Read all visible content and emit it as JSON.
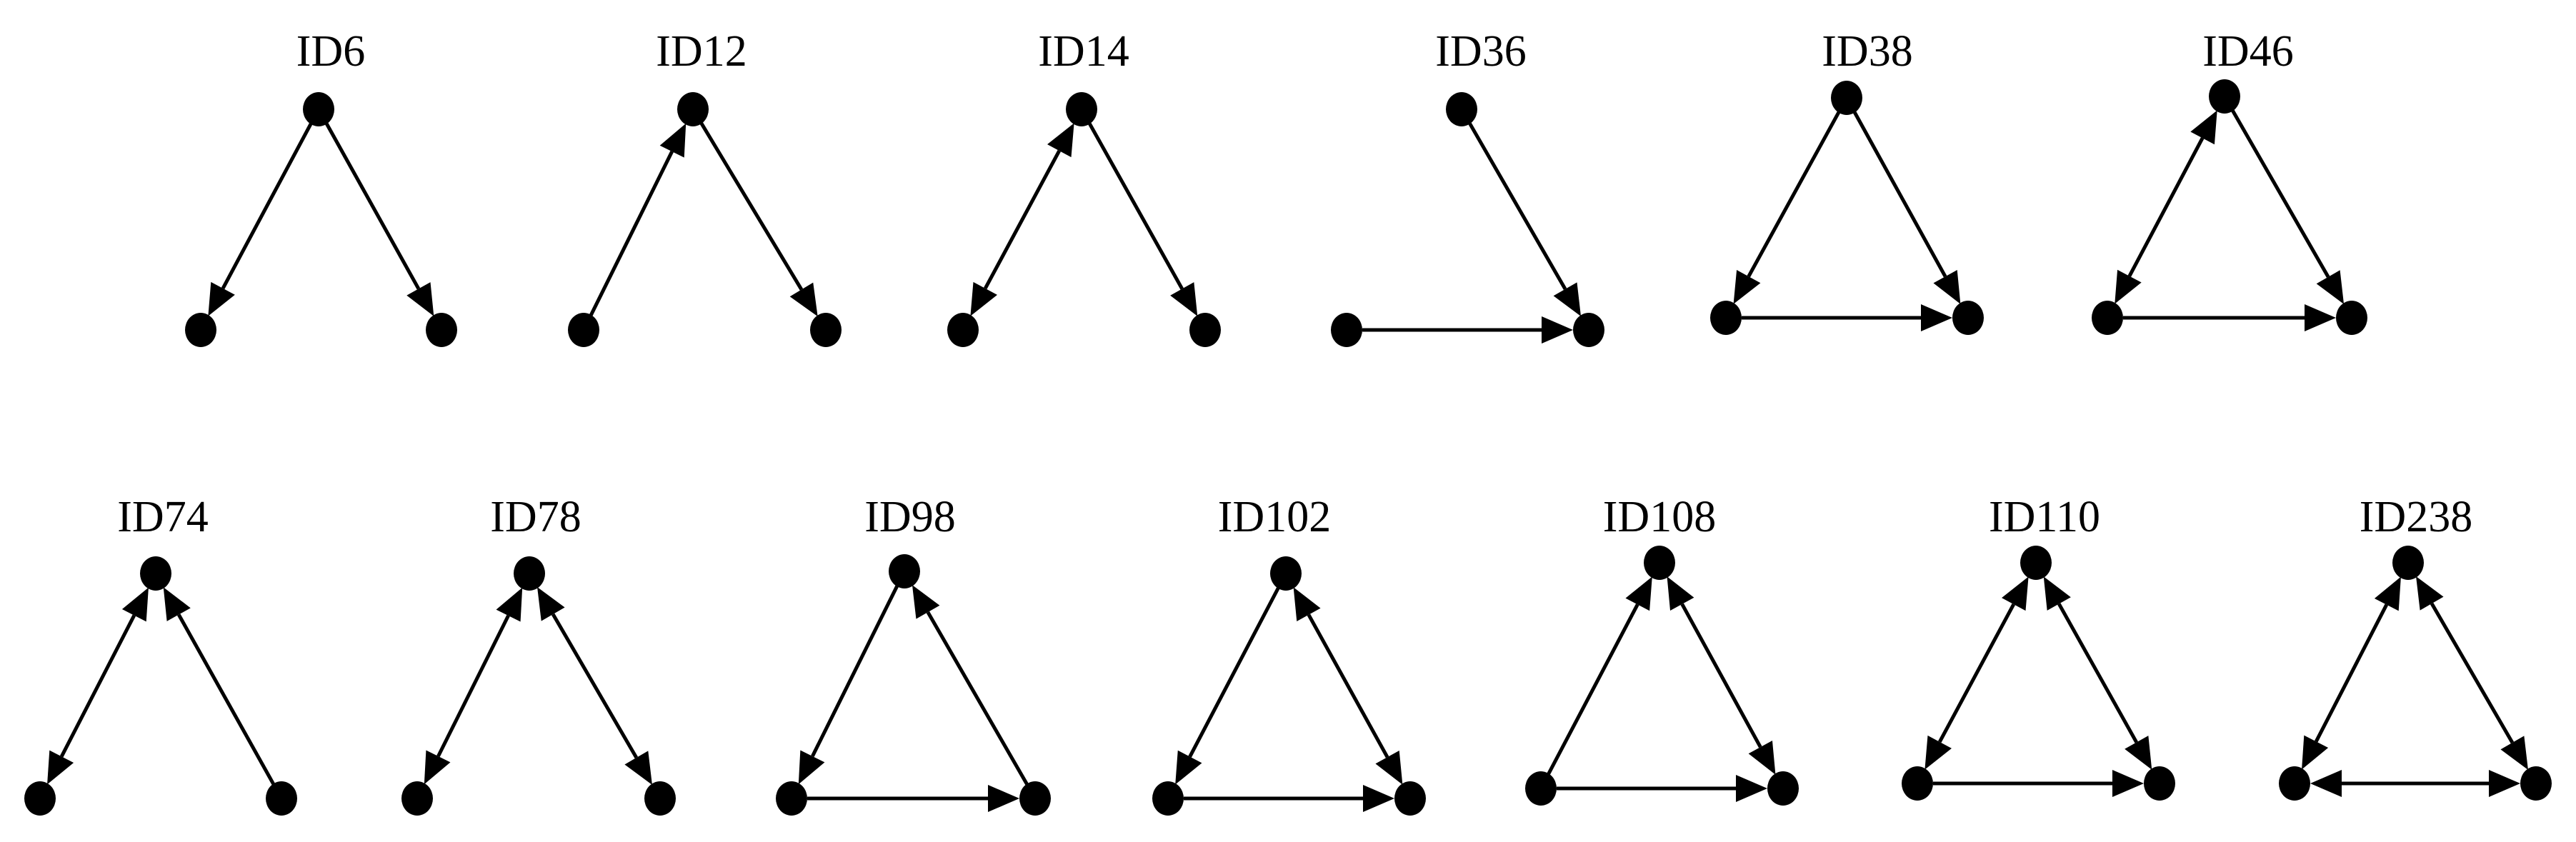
{
  "figure": {
    "motifs": [
      {
        "id": "ID6",
        "edges": [
          [
            0,
            1
          ],
          [
            0,
            2
          ]
        ]
      },
      {
        "id": "ID12",
        "edges": [
          [
            1,
            0
          ],
          [
            0,
            2
          ]
        ]
      },
      {
        "id": "ID14",
        "edges": [
          [
            0,
            1
          ],
          [
            1,
            0
          ],
          [
            0,
            2
          ]
        ]
      },
      {
        "id": "ID36",
        "edges": [
          [
            0,
            2
          ],
          [
            1,
            2
          ]
        ]
      },
      {
        "id": "ID38",
        "edges": [
          [
            0,
            1
          ],
          [
            0,
            2
          ],
          [
            1,
            2
          ]
        ]
      },
      {
        "id": "ID46",
        "edges": [
          [
            0,
            1
          ],
          [
            1,
            0
          ],
          [
            0,
            2
          ],
          [
            1,
            2
          ]
        ]
      },
      {
        "id": "ID74",
        "edges": [
          [
            0,
            1
          ],
          [
            1,
            0
          ],
          [
            2,
            0
          ]
        ]
      },
      {
        "id": "ID78",
        "edges": [
          [
            0,
            1
          ],
          [
            1,
            0
          ],
          [
            0,
            2
          ],
          [
            2,
            0
          ]
        ]
      },
      {
        "id": "ID98",
        "edges": [
          [
            0,
            1
          ],
          [
            2,
            0
          ],
          [
            1,
            2
          ]
        ]
      },
      {
        "id": "ID102",
        "edges": [
          [
            0,
            1
          ],
          [
            0,
            2
          ],
          [
            2,
            0
          ],
          [
            1,
            2
          ]
        ]
      },
      {
        "id": "ID108",
        "edges": [
          [
            1,
            0
          ],
          [
            0,
            2
          ],
          [
            2,
            0
          ],
          [
            1,
            2
          ]
        ]
      },
      {
        "id": "ID110",
        "edges": [
          [
            0,
            1
          ],
          [
            1,
            0
          ],
          [
            0,
            2
          ],
          [
            2,
            0
          ],
          [
            1,
            2
          ]
        ]
      },
      {
        "id": "ID238",
        "edges": [
          [
            0,
            1
          ],
          [
            1,
            0
          ],
          [
            0,
            2
          ],
          [
            2,
            0
          ],
          [
            1,
            2
          ],
          [
            2,
            1
          ]
        ]
      }
    ]
  }
}
